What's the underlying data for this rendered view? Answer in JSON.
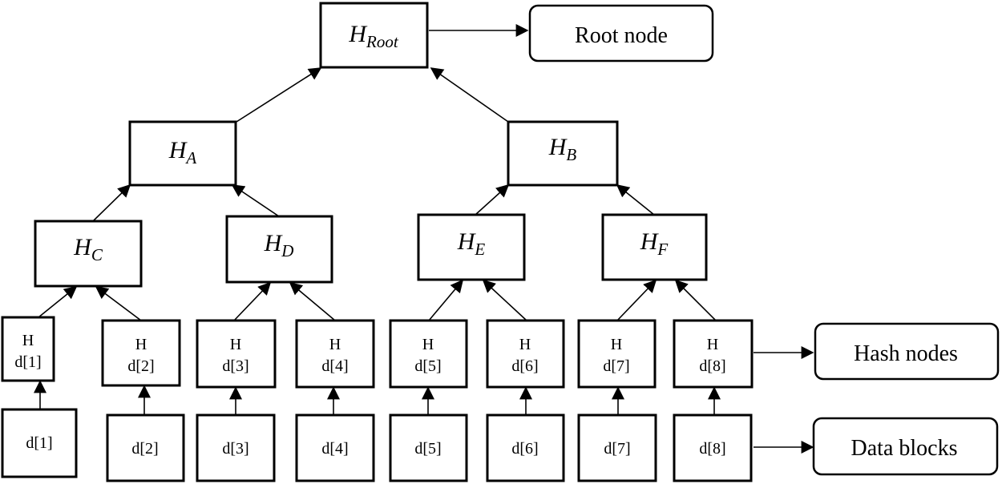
{
  "diagram": {
    "nodes": {
      "root": {
        "main": "H",
        "sub": "Root"
      },
      "a": {
        "main": "H",
        "sub": "A"
      },
      "b": {
        "main": "H",
        "sub": "B"
      },
      "c": {
        "main": "H",
        "sub": "C"
      },
      "d": {
        "main": "H",
        "sub": "D"
      },
      "e": {
        "main": "H",
        "sub": "E"
      },
      "f": {
        "main": "H",
        "sub": "F"
      }
    },
    "hash_nodes": [
      {
        "line1": "H",
        "line2": "d[1]"
      },
      {
        "line1": "H",
        "line2": "d[2]"
      },
      {
        "line1": "H",
        "line2": "d[3]"
      },
      {
        "line1": "H",
        "line2": "d[4]"
      },
      {
        "line1": "H",
        "line2": "d[5]"
      },
      {
        "line1": "H",
        "line2": "d[6]"
      },
      {
        "line1": "H",
        "line2": "d[7]"
      },
      {
        "line1": "H",
        "line2": "d[8]"
      }
    ],
    "data_blocks": [
      "d[1]",
      "d[2]",
      "d[3]",
      "d[4]",
      "d[5]",
      "d[6]",
      "d[7]",
      "d[8]"
    ],
    "callouts": {
      "root": "Root node",
      "hash": "Hash nodes",
      "data": "Data blocks"
    }
  }
}
